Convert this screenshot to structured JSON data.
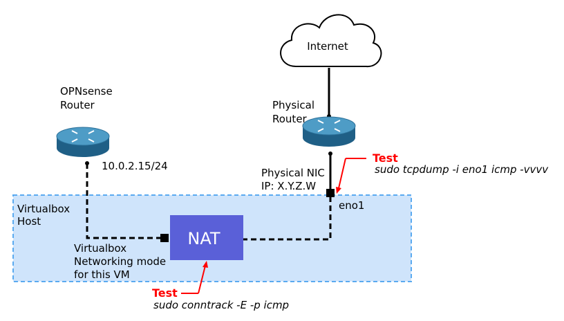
{
  "colors": {
    "host_fill": "#cfe4fb",
    "host_border": "#5aaaf0",
    "nat_fill": "#5a60d8",
    "test_red": "#ff0000",
    "router_top": "#4e9cc6",
    "router_side": "#1f5f86"
  },
  "icons": [
    "cloud-icon",
    "router-icon",
    "router-icon"
  ],
  "cloud": {
    "label": "Internet"
  },
  "opnsense": {
    "line1": "OPNsense",
    "line2": "Router",
    "ip": "10.0.2.15/24"
  },
  "physical_router": {
    "line1": "Physical",
    "line2": "Router"
  },
  "physical_nic": {
    "line1": "Physical NIC",
    "line2": "IP: X.Y.Z.W",
    "iface": "eno1"
  },
  "host": {
    "line1": "Virtualbox",
    "line2": "Host"
  },
  "nat": {
    "label": "NAT"
  },
  "vbox_mode": {
    "line1": "Virtualbox",
    "line2": "Networking mode",
    "line3": "for this VM"
  },
  "test_tcpdump": {
    "label": "Test",
    "command": "sudo tcpdump -i eno1 icmp -vvvv"
  },
  "test_conntrack": {
    "label": "Test",
    "command": "sudo conntrack -E -p icmp"
  }
}
